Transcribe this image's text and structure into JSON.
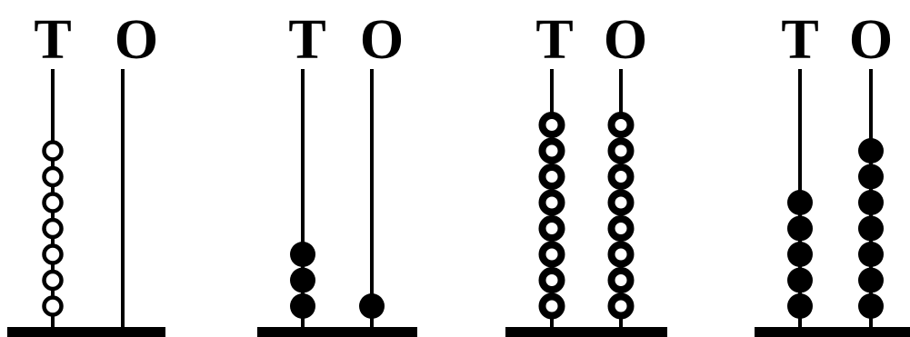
{
  "abacuses": [
    {
      "tens_label": "T",
      "ones_label": "O",
      "tens_beads": 7,
      "ones_beads": 0,
      "tens_style": "hollow",
      "ones_style": "hollow"
    },
    {
      "tens_label": "T",
      "ones_label": "O",
      "tens_beads": 3,
      "ones_beads": 1,
      "tens_style": "solid",
      "ones_style": "solid"
    },
    {
      "tens_label": "T",
      "ones_label": "O",
      "tens_beads": 8,
      "ones_beads": 8,
      "tens_style": "ringed",
      "ones_style": "ringed"
    },
    {
      "tens_label": "T",
      "ones_label": "O",
      "tens_beads": 5,
      "ones_beads": 7,
      "tens_style": "solid",
      "ones_style": "solid"
    }
  ],
  "colors": {
    "ink": "#000000",
    "paper": "#ffffff"
  }
}
